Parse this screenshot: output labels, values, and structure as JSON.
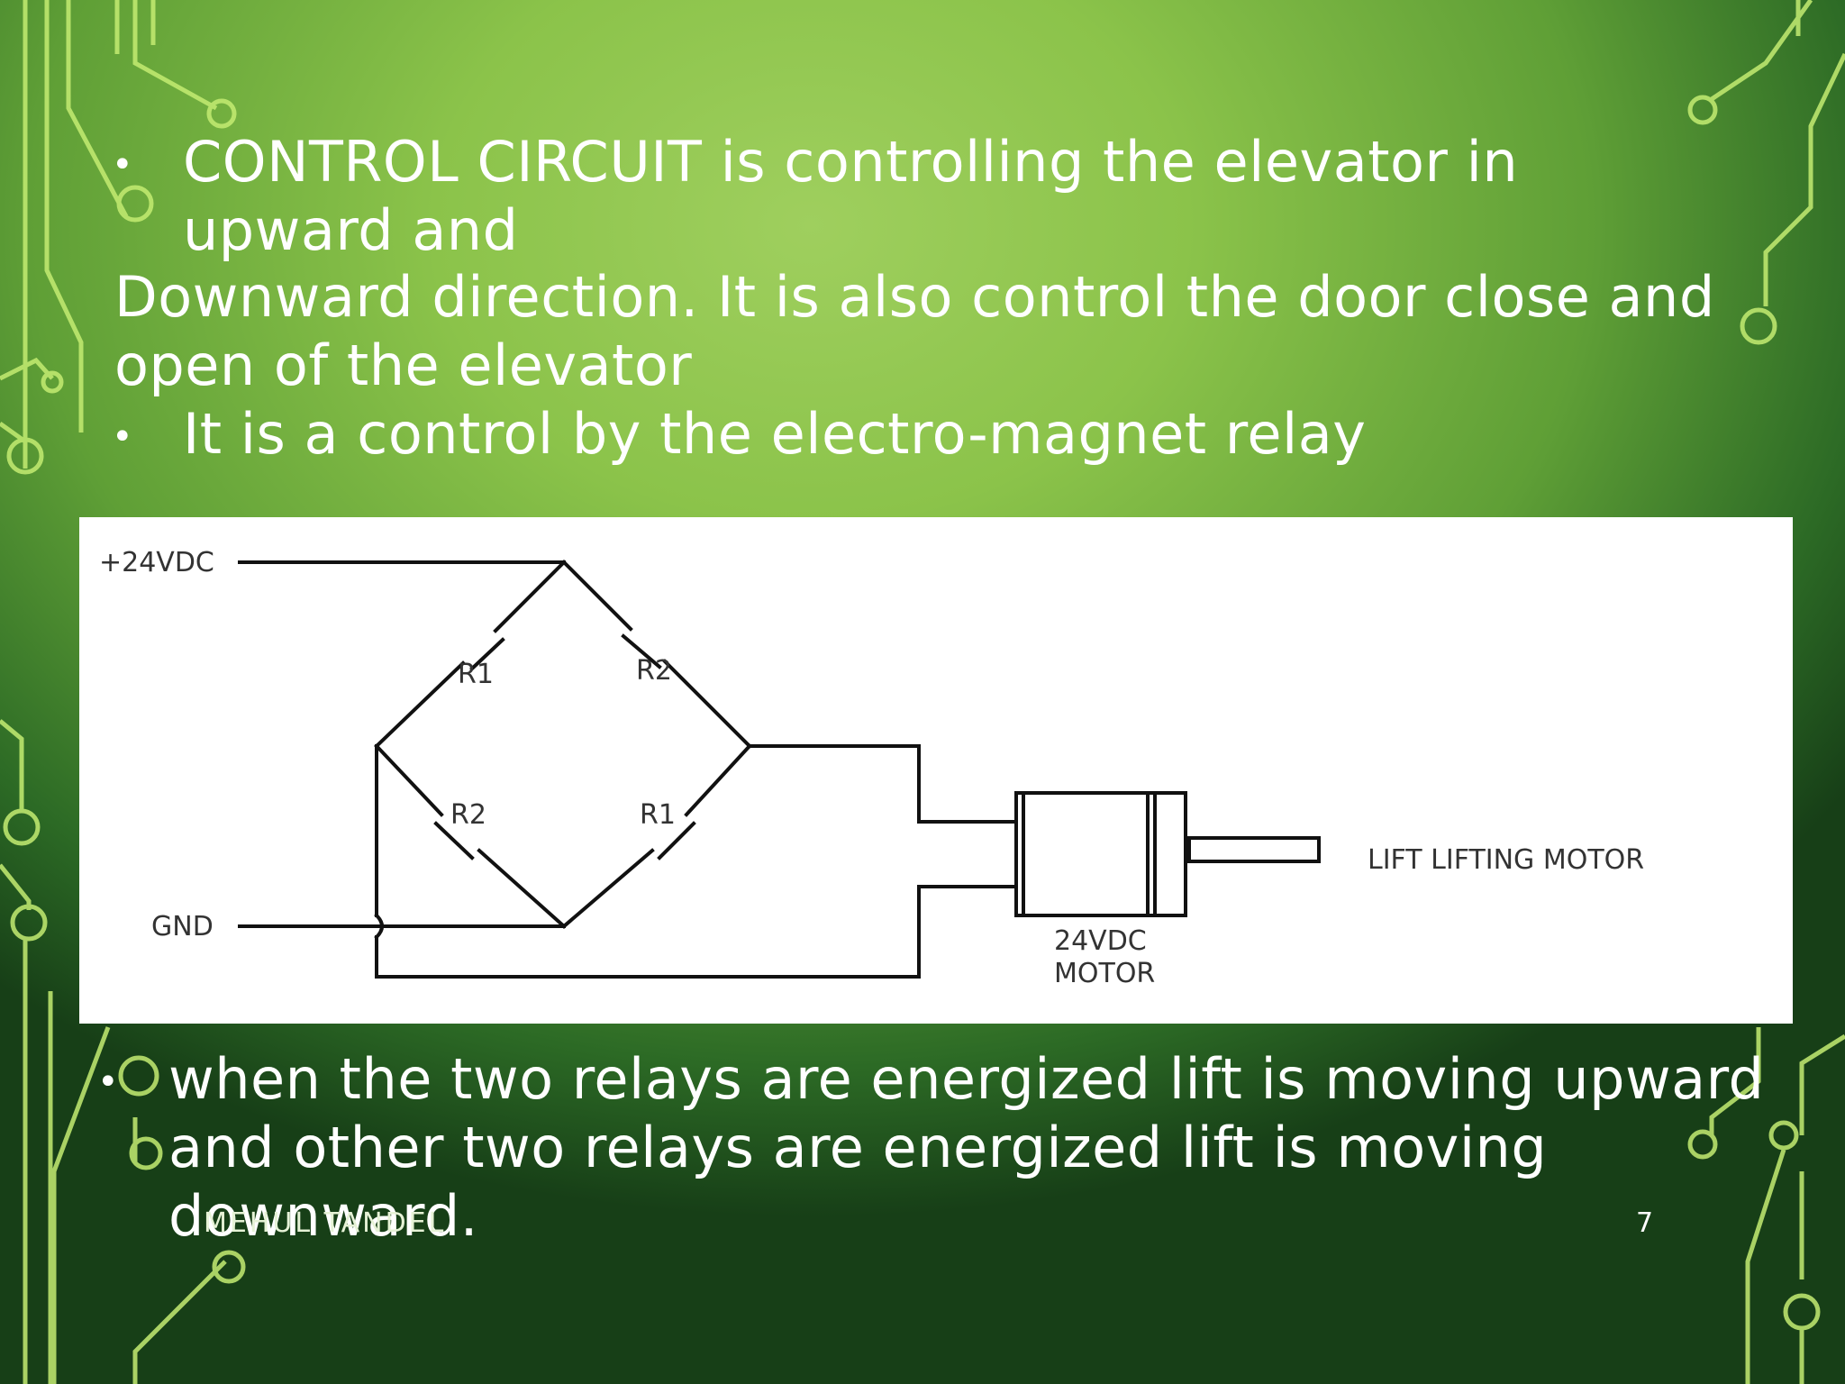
{
  "slide": {
    "lines_top": [
      "CONTROL  CIRCUIT is controlling the elevator  in",
      "upward  and",
      "Downward  direction. It is also control  the door  close and",
      "open of  the elevator",
      "It is a control by the electro-magnet relay"
    ],
    "lines_bottom": [
      "when the two relays are energized lift is moving upward",
      "and other two relays are energized lift is moving",
      "downward."
    ],
    "bullet": "•",
    "footer_author": "MEHUL TANDEL",
    "page_number": "7"
  },
  "diagram": {
    "supply_label": "+24VDC",
    "ground_label": "GND",
    "resistors": [
      "R1",
      "R2",
      "R2",
      "R1"
    ],
    "motor_label_line1": "24VDC",
    "motor_label_line2": "MOTOR",
    "motor_caption": "LIFT LIFTING MOTOR"
  },
  "colors": {
    "background_light": "#9fcf5e",
    "background_dark": "#173f17",
    "circuit_trace": "#b8e66a",
    "text": "#ffffff"
  }
}
